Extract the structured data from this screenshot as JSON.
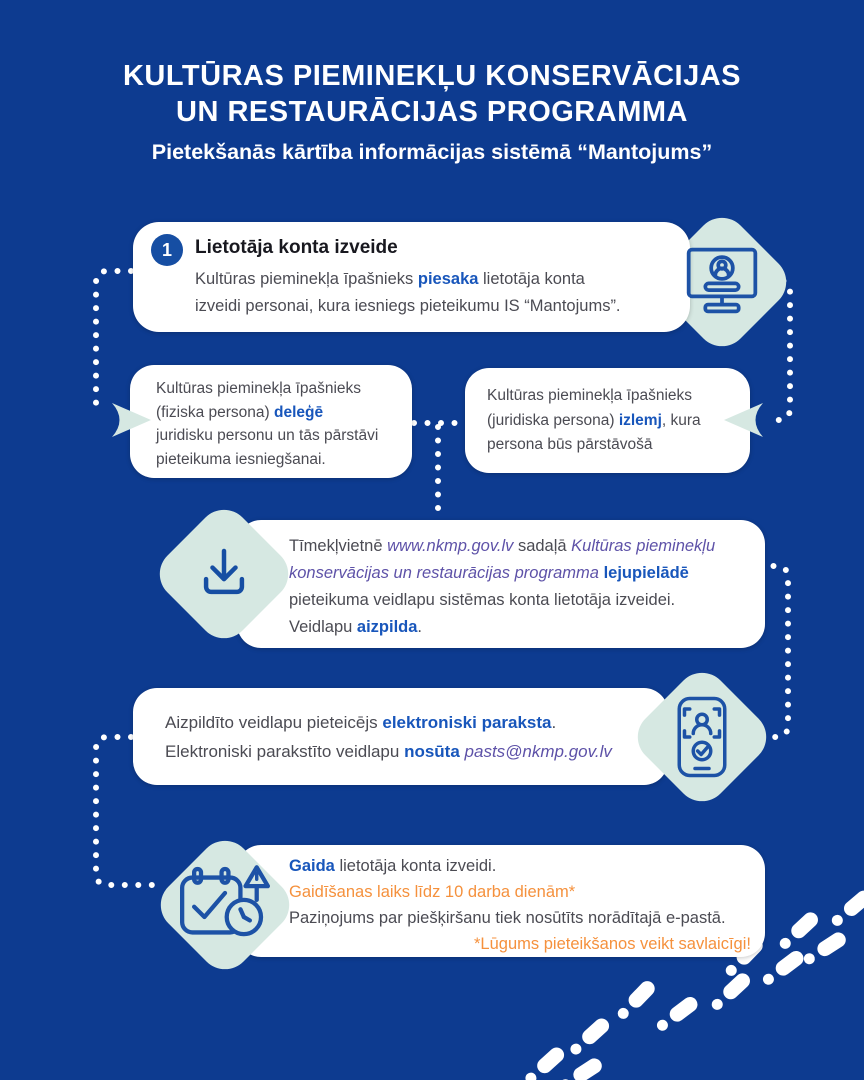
{
  "header": {
    "title_line1": "KULTŪRAS PIEMINEKĻU KONSERVĀCIJAS",
    "title_line2": "UN RESTAURĀCIJAS PROGRAMMA",
    "subtitle": "Pietekšanās kārtība informācijas sistēmā “Mantojums”"
  },
  "step1": {
    "number": "1",
    "heading": "Lietotāja konta izveide",
    "body": [
      {
        "t": "Kultūras pieminekļa īpašnieks "
      },
      {
        "t": "piesaka",
        "style": "bold-blue"
      },
      {
        "t": " lietotāja konta"
      },
      {
        "br": true
      },
      {
        "t": "izveidi personai, kura iesniegs pieteikumu IS “Mantojums”."
      }
    ]
  },
  "card_fiziska": {
    "body": [
      {
        "t": "Kultūras pieminekļa īpašnieks"
      },
      {
        "br": true
      },
      {
        "t": "(fiziska persona) "
      },
      {
        "t": "deleģē",
        "style": "bold-blue"
      },
      {
        "br": true
      },
      {
        "t": "juridisku personu un tās pārstāvi"
      },
      {
        "br": true
      },
      {
        "t": "pieteikuma iesniegšanai."
      }
    ]
  },
  "card_juridiska": {
    "body": [
      {
        "t": "Kultūras pieminekļa īpašnieks"
      },
      {
        "br": true
      },
      {
        "t": "(juridiska persona) "
      },
      {
        "t": "izlemj",
        "style": "bold-blue"
      },
      {
        "t": ", kura"
      },
      {
        "br": true
      },
      {
        "t": "persona būs pārstāvošā"
      }
    ]
  },
  "card_download": {
    "body": [
      {
        "t": "Tīmekļvietnē "
      },
      {
        "t": "www.nkmp.gov.lv",
        "style": "italic-purple"
      },
      {
        "t": " sadaļā "
      },
      {
        "t": "Kultūras pieminekļu",
        "style": "italic-purple"
      },
      {
        "br": true
      },
      {
        "t": "konservācijas un restaurācijas programma",
        "style": "italic-purple"
      },
      {
        "t": " "
      },
      {
        "t": "lejupielādē",
        "style": "bold-blue"
      },
      {
        "br": true
      },
      {
        "t": "pieteikuma veidlapu sistēmas konta lietotāja izveidei."
      },
      {
        "br": true
      },
      {
        "t": "Veidlapu "
      },
      {
        "t": "aizpilda",
        "style": "bold-blue"
      },
      {
        "t": "."
      }
    ]
  },
  "card_sign": {
    "body": [
      {
        "t": "Aizpildīto veidlapu pieteicējs "
      },
      {
        "t": "elektroniski paraksta",
        "style": "bold-blue"
      },
      {
        "t": "."
      },
      {
        "br": true
      },
      {
        "t": "Elektroniski parakstīto veidlapu "
      },
      {
        "t": "nosūta",
        "style": "bold-blue"
      },
      {
        "t": " "
      },
      {
        "t": "pasts@nkmp.gov.lv",
        "style": "italic-purple"
      }
    ]
  },
  "card_wait": {
    "line1": [
      {
        "t": "Gaida",
        "style": "bold-blue"
      },
      {
        "t": " lietotāja konta izveidi."
      }
    ],
    "line2": [
      {
        "t": "Gaidīšanas laiks līdz 10 darba dienām*",
        "style": "orange"
      }
    ],
    "line3": [
      {
        "t": "Paziņojums par piešķiršanu tiek nosūtīts norādītajā e-pastā."
      }
    ],
    "line4": [
      {
        "t": "*Lūgums pieteikšanos veikt savlaicīgi!",
        "style": "orange"
      }
    ]
  },
  "icons": {
    "monitor": "monitor-user-account-icon",
    "download": "download-form-icon",
    "phone": "phone-identity-check-icon",
    "calendar": "calendar-deadline-icon",
    "footprints": "footprints-icon",
    "arrows": "flow-arrowhead-icon"
  },
  "colors": {
    "background": "#0d3b90",
    "card": "#ffffff",
    "mint": "#d6e8e2",
    "accent_blue": "#1856bb",
    "icon_stroke": "#1d52a6",
    "purple_italic": "#5e52a8",
    "orange": "#f5913d",
    "body_text": "#4b4b53",
    "heading_text": "#18181f",
    "title_text": "#ffffff"
  }
}
